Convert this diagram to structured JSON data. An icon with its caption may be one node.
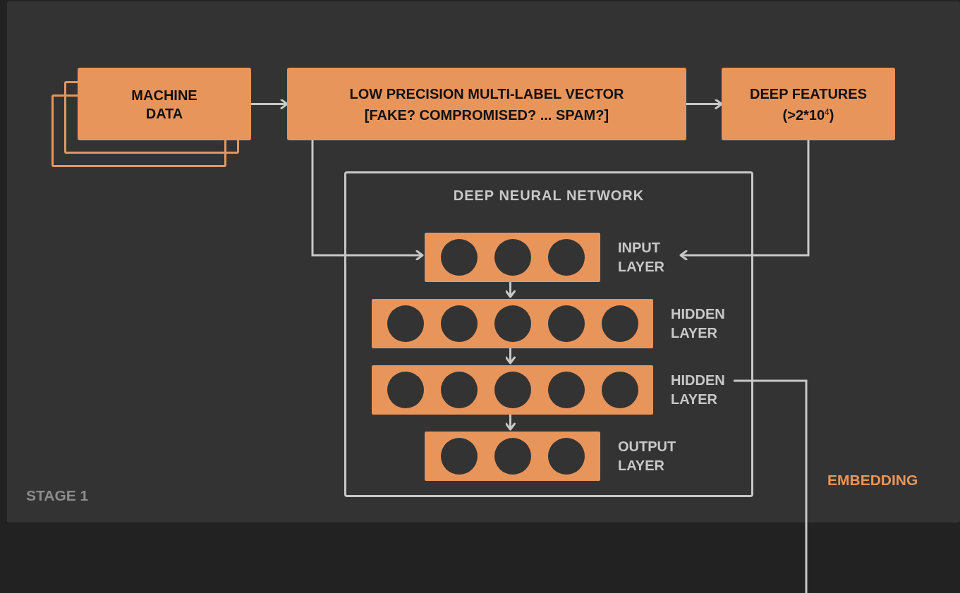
{
  "diagram": {
    "nodes": [
      {
        "text": [
          "STAGE 1"
        ]
      },
      {
        "text": [
          "MACHINE DATA"
        ],
        "in": 0
      },
      {
        "text": [
          "LOW PRECISION MULTI-LABEL VECTOR",
          "[FAKE? COMPROMISED? ... SPAM?]"
        ],
        "in": 0
      },
      {
        "text": [
          "DEEP FEATURES",
          "(>2*10$^{4}$)"
        ],
        "in": 0
      },
      {
        "text": [
          "DEEP NEURAL NETWORK"
        ],
        "in": 0
      },
      {
        "text": [],
        "shape": "bar",
        "beside": [
          "INPUT LAYER"
        ],
        "in": 4
      },
      {
        "text": [],
        "shape": "bar",
        "beside": [
          "HIDDEN LAYER"
        ],
        "in": 4
      },
      {
        "text": [],
        "shape": "bar",
        "beside": [
          "HIDDEN LAYER"
        ],
        "in": 4
      },
      {
        "text": [],
        "shape": "bar",
        "beside": [
          "OUTPUT LAYER"
        ],
        "in": 4
      }
    ],
    "edges": [
      {
        "from": 1,
        "to": 2,
        "arrow": "to"
      },
      {
        "from": 2,
        "to": 3,
        "arrow": "to"
      },
      {
        "from": 2,
        "to": 5,
        "arrow": "to"
      },
      {
        "from": 3,
        "to": 5,
        "arrow": "to"
      },
      {
        "from": 5,
        "to": 6,
        "arrow": "to"
      },
      {
        "from": 6,
        "to": 7,
        "arrow": "to"
      },
      {
        "from": 7,
        "to": 8,
        "arrow": "to"
      },
      {
        "from": 7,
        "to": null,
        "arrow": "none"
      }
    ],
    "labels": [
      "EMBEDDING"
    ]
  }
}
